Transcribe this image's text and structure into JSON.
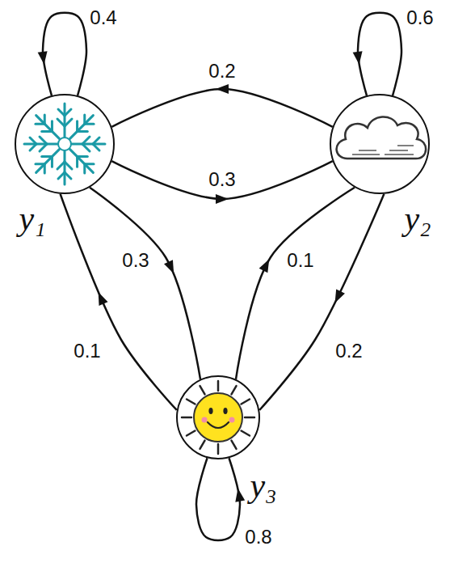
{
  "diagram": {
    "nodes": [
      {
        "text": [
          "y₁"
        ]
      },
      {
        "text": [
          "y₂"
        ]
      },
      {
        "text": [
          "y₃"
        ]
      }
    ],
    "edges": [
      {
        "from": 0,
        "to": 0,
        "label": "0.4",
        "arrow": "to"
      },
      {
        "from": 1,
        "to": 1,
        "label": "0.6",
        "arrow": "to"
      },
      {
        "from": 1,
        "to": 0,
        "label": "0.2",
        "arrow": "to"
      },
      {
        "from": 0,
        "to": 1,
        "label": "0.3",
        "arrow": "to"
      },
      {
        "from": 0,
        "to": 2,
        "label": "0.3",
        "arrow": "to"
      },
      {
        "from": 2,
        "to": 1,
        "label": "0.1",
        "arrow": "to"
      },
      {
        "from": 2,
        "to": 0,
        "label": "0.1",
        "arrow": "to"
      },
      {
        "from": 1,
        "to": 2,
        "label": "0.2",
        "arrow": "to"
      },
      {
        "from": 2,
        "to": 2,
        "label": "0.8",
        "arrow": "to"
      }
    ]
  }
}
